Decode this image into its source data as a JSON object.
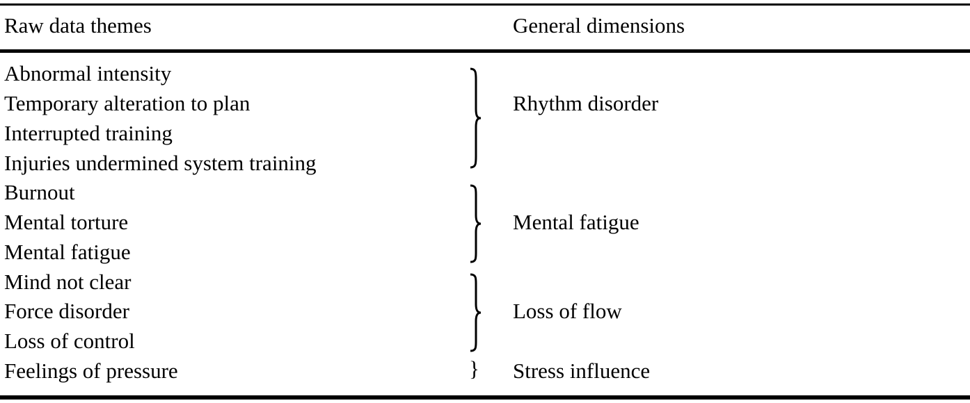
{
  "table": {
    "headers": {
      "left": "Raw data themes",
      "right": "General dimensions"
    },
    "groups": [
      {
        "themes": [
          "Abnormal intensity",
          "Temporary alteration to plan",
          "Interrupted training",
          "Injuries undermined system training"
        ],
        "dimension": "Rhythm disorder"
      },
      {
        "themes": [
          "Burnout",
          "Mental torture",
          "Mental fatigue"
        ],
        "dimension": "Mental fatigue"
      },
      {
        "themes": [
          "Mind not clear",
          "Force disorder",
          "Loss of control"
        ],
        "dimension": "Loss of flow"
      },
      {
        "themes": [
          "Feelings of pressure"
        ],
        "dimension": "Stress influence"
      }
    ]
  }
}
